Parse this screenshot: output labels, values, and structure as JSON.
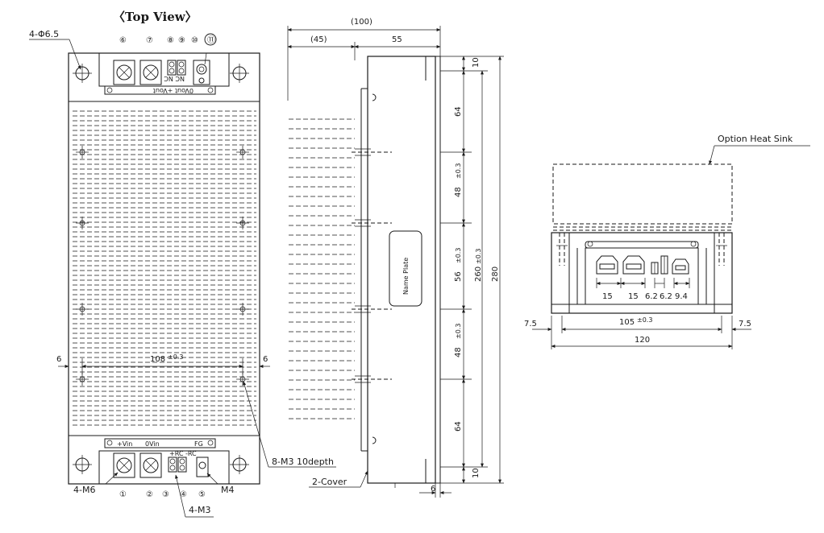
{
  "top_view": {
    "title": "〈Top View〉",
    "mount_holes": "4-Φ6.5",
    "terminal_numbers_top": [
      "⑥",
      "⑦",
      "⑧",
      "⑨",
      "⑩",
      "⑪"
    ],
    "terminal_numbers_bottom": [
      "①",
      "②",
      "③",
      "④",
      "⑤"
    ],
    "top_strip_label": "0Vout +Vout",
    "nc_label": "NC NC",
    "bottom_labels": {
      "vin_plus": "+Vin",
      "vin_zero": "0Vin",
      "rc": "+RC -RC",
      "fg": "FG"
    },
    "dim_width": "108",
    "tolerance": "±0.3",
    "dim_side": "6",
    "screw_m6": "4-M6",
    "screw_m4": "M4",
    "screw_m3": "4-M3",
    "screw_m3_holes": "8-M3 10depth"
  },
  "side_view": {
    "dim_total": "(100)",
    "dim_fins": "(45)",
    "dim_body": "55",
    "name_plate": "Name Plate",
    "cover": "2-Cover",
    "dim_cover": "6",
    "vertical_dims": [
      "10",
      "64",
      "48",
      "56",
      "48",
      "64",
      "10"
    ],
    "dim_260": "260",
    "dim_280": "280"
  },
  "front_view": {
    "option_label": "Option Heat Sink",
    "spacing": [
      "15",
      "15",
      "6.2",
      "6.2",
      "9.4"
    ],
    "dim_side": "7.5",
    "dim_105": "105",
    "dim_120": "120"
  }
}
